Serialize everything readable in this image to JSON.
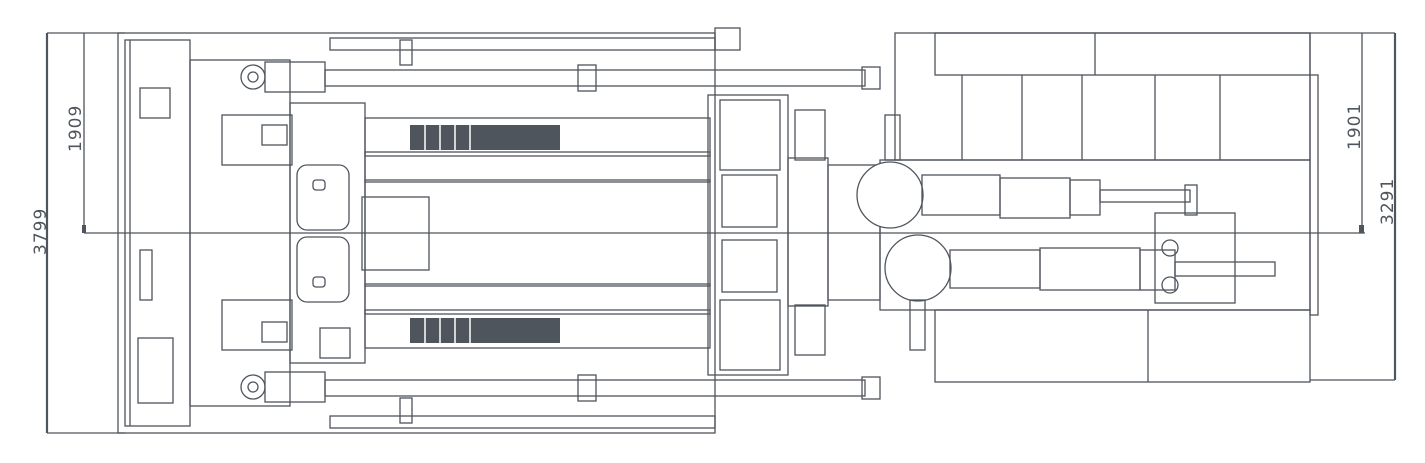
{
  "drawing": {
    "dimensions": {
      "overall_height_left": "3799",
      "half_height_left": "1909",
      "half_height_right": "1901",
      "overall_height_right": "3291"
    },
    "line_color": "#4f555c"
  }
}
